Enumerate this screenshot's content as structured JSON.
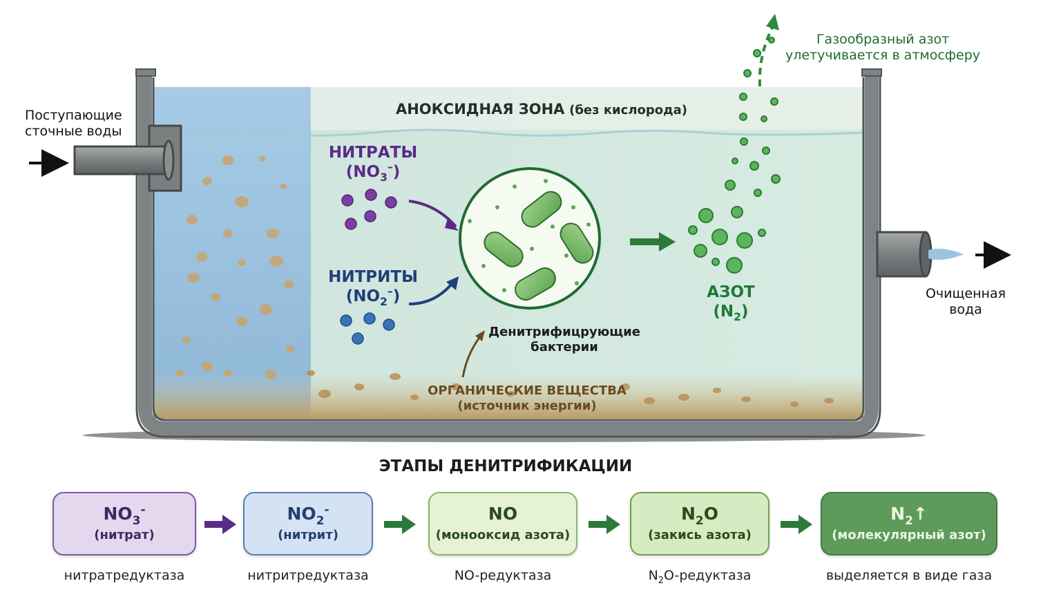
{
  "inflow_label": [
    "Поступающие",
    "сточные воды"
  ],
  "outflow_label": [
    "Очищенная",
    "вода"
  ],
  "gas_label": [
    "Газообразный азот",
    "улетучивается в атмосферу"
  ],
  "zone_title": {
    "main": "АНОКСИДНАЯ ЗОНА",
    "note": "(без кислорода)"
  },
  "nitrates": {
    "name": "НИТРАТЫ",
    "formula_base": "NO",
    "formula_sub": "3",
    "formula_charge": "–"
  },
  "nitrites": {
    "name": "НИТРИТЫ",
    "formula_base": "NO",
    "formula_sub": "2",
    "formula_charge": "–"
  },
  "bacteria_label": [
    "Денитрифицрующие",
    "бактерии"
  ],
  "nitrogen": {
    "name": "АЗОТ",
    "formula_base": "N",
    "formula_sub": "2"
  },
  "organic": {
    "name": "ОРГАНИЧЕСКИЕ ВЕЩЕСТВА",
    "note": "(источник энергии)"
  },
  "stages_title": "ЭТАПЫ ДЕНИТРИФИКАЦИИ",
  "stages": [
    {
      "formula_base": "NO",
      "formula_sub": "3",
      "formula_sup": "-",
      "formula_tail": "",
      "name": "(нитрат)",
      "enzyme": "нитратредуктаза",
      "fill": "#e4d8ef",
      "border": "#7a5a9e",
      "text_color": "#3f2763"
    },
    {
      "formula_base": "NO",
      "formula_sub": "2",
      "formula_sup": "-",
      "formula_tail": "",
      "name": "(нитрит)",
      "enzyme": "нитритредуктаза",
      "fill": "#d3e3f4",
      "border": "#5a7eaa",
      "text_color": "#233f6b"
    },
    {
      "formula_base": "NO",
      "formula_sub": "",
      "formula_sup": "",
      "formula_tail": "",
      "name": "(монооксид азота)",
      "enzyme": "NO-редуктаза",
      "fill": "#e5f2d6",
      "border": "#8ab46a",
      "text_color": "#2b4a1c"
    },
    {
      "formula_base": "N",
      "formula_sub": "2",
      "formula_sup": "",
      "formula_tail": "O",
      "name": "(закись азота)",
      "enzyme_base": "N",
      "enzyme_sub": "2",
      "enzyme_tail": "O-редуктаза",
      "fill": "#d6ebc2",
      "border": "#6fa04c",
      "text_color": "#2b4a1c"
    },
    {
      "formula_base": "N",
      "formula_sub": "2",
      "formula_sup": "",
      "formula_tail": "↑",
      "name": "(молекулярный азот)",
      "enzyme": "выделяется в виде газа",
      "fill": "#5e9a5c",
      "border": "#3f7a40",
      "text_color": "#eaf6e2"
    }
  ],
  "colors": {
    "purple": "#5a2b86",
    "blue": "#1f3f7a",
    "green": "#1f7a36",
    "brown": "#6b4a1e",
    "tank": "#7e8486"
  }
}
